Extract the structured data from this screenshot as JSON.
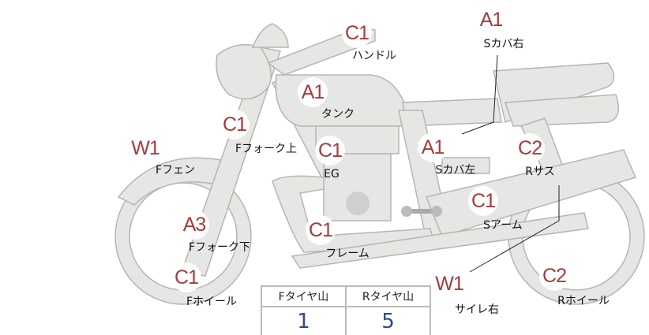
{
  "parts": [
    {
      "grade": "C1",
      "label": "ハンドル"
    },
    {
      "grade": "A1",
      "label": "Sカバ右"
    },
    {
      "grade": "A1",
      "label": "タンク"
    },
    {
      "grade": "C1",
      "label": "Fフォーク上"
    },
    {
      "grade": "W1",
      "label": "Fフェン"
    },
    {
      "grade": "C1",
      "label": "EG"
    },
    {
      "grade": "A1",
      "label": "Sカバ左"
    },
    {
      "grade": "C2",
      "label": "Rサス"
    },
    {
      "grade": "C1",
      "label": "Sアーム"
    },
    {
      "grade": "A3",
      "label": "Fフォーク下"
    },
    {
      "grade": "C1",
      "label": "フレーム"
    },
    {
      "grade": "W1",
      "label": "サイレ右"
    },
    {
      "grade": "C2",
      "label": "Rホイール"
    },
    {
      "grade": "C1",
      "label": "Fホイール"
    }
  ],
  "tire_table": {
    "headers": [
      "Fタイヤ山",
      "Rタイヤ山"
    ],
    "values": [
      "1",
      "5"
    ]
  },
  "colors": {
    "grade": "#a63c3c",
    "value": "#2d4a88",
    "body": "#e6e6e4"
  }
}
